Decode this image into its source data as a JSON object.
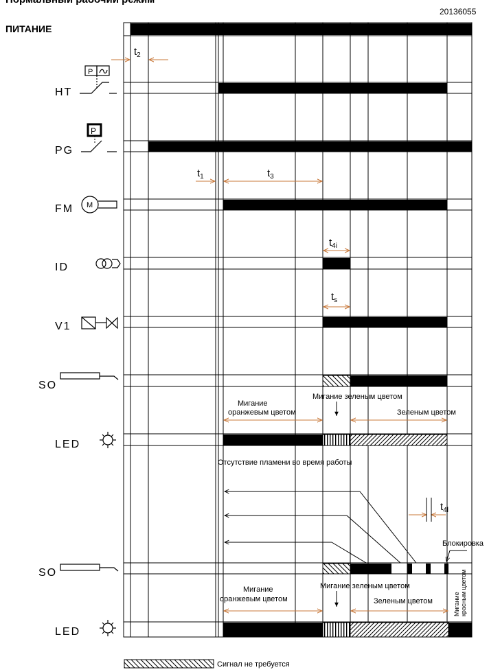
{
  "header": {
    "title": "Нормальный рабочий режим",
    "code": "20136055",
    "power_label": "ПИТАНИЕ"
  },
  "rows": {
    "ht": "HT",
    "pg": "PG",
    "fm": "FM",
    "id": "ID",
    "v1": "V1",
    "so1": "SO",
    "led1": "LED",
    "so2": "SO",
    "led2": "LED"
  },
  "icons": {
    "pressure_switch_p": "P",
    "pressure_gauge_p": "P",
    "motor_m": "M"
  },
  "timings": {
    "t2": {
      "main": "t",
      "sub": "2"
    },
    "t1": {
      "main": "t",
      "sub": "1"
    },
    "t3": {
      "main": "t",
      "sub": "3"
    },
    "t4i": {
      "main": "t",
      "sub": "4i"
    },
    "ts": {
      "main": "t",
      "sub": "s"
    },
    "t4l": {
      "main": "t",
      "sub": "4l"
    }
  },
  "annotations": {
    "orange_blink_1": "Мигание",
    "orange_blink_2": "оранжевым цветом",
    "green_blink": "Мигание зеленым цветом",
    "green_solid": "Зеленым цветом",
    "flame_loss": "Отсутствие пламени во время работы",
    "lockout": "Блокировка",
    "orange_blink_b1": "Мигание",
    "orange_blink_b2": "оранжевым цветом",
    "green_blink_b": "Мигание зеленым цветом",
    "green_solid_b": "Зеленым цветом",
    "red_blink_1": "Мигание",
    "red_blink_2": "красным цветом"
  },
  "legend": {
    "not_required": "Сигнал не требуется"
  }
}
